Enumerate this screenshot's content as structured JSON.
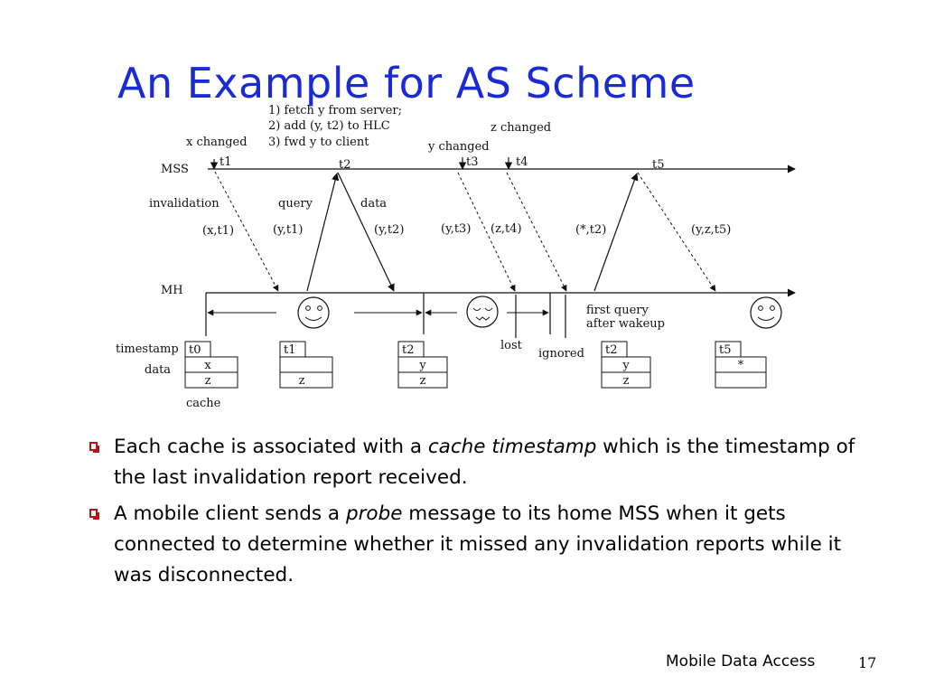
{
  "slide": {
    "title": "An Example for AS Scheme",
    "footer": "Mobile Data Access",
    "page_number": "17"
  },
  "diagram": {
    "mss_label": "MSS",
    "mh_label": "MH",
    "steps": [
      "1) fetch y from server;",
      "2) add (y, t2) to HLC",
      "3) fwd y to client"
    ],
    "x_changed": "x changed",
    "y_changed": "y changed",
    "z_changed": "z changed",
    "times": {
      "t1": "t1",
      "t2": "t2",
      "t3": "t3",
      "t4": "t4",
      "t5": "t5"
    },
    "msg_invalidation": "invalidation",
    "msg_query": "query",
    "msg_data": "data",
    "report_x_t1": "(x,t1)",
    "query_y_t1": "(y,t1)",
    "data_y_t2": "(y,t2)",
    "report_y_t3": "(y,t3)",
    "report_z_t4": "(z,t4)",
    "query_star_t2": "(*,t2)",
    "report_y_z_t5": "(y,z,t5)",
    "lost": "lost",
    "ignored": "ignored",
    "first_query_1": "first query",
    "first_query_2": "after wakeup",
    "row_timestamp": "timestamp",
    "row_data": "data",
    "row_cache": "cache",
    "caches": [
      {
        "timestamp": "t0",
        "row1": "x",
        "row2": "z"
      },
      {
        "timestamp": "t1",
        "row1": "",
        "row2": "z"
      },
      {
        "timestamp": "t2",
        "row1": "y",
        "row2": "z"
      },
      {
        "timestamp": "t2",
        "row1": "y",
        "row2": "z"
      },
      {
        "timestamp": "t5",
        "row1": "*",
        "row2": ""
      }
    ]
  },
  "bullets": [
    {
      "before": "Each cache is associated with a ",
      "emphasis": "cache timestamp",
      "after": " which is the timestamp of the last invalidation report received."
    },
    {
      "before": "A mobile client sends a ",
      "emphasis": "probe",
      "after": " message to its home MSS when it gets connected to determine whether it missed any invalidation reports while it was disconnected."
    }
  ]
}
